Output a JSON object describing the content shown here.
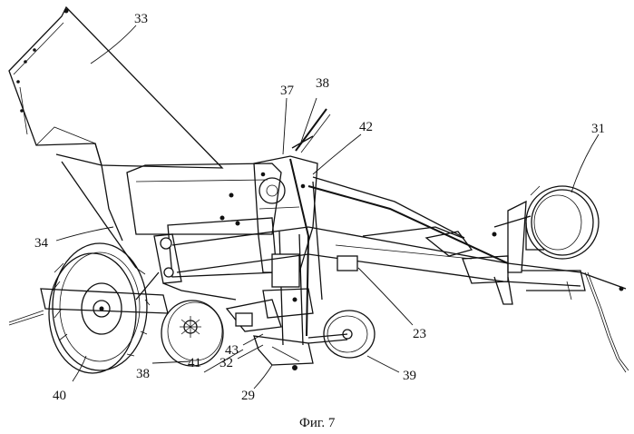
{
  "figure": {
    "caption": "Фиг. 7",
    "labels": {
      "l33": "33",
      "l37": "37",
      "l38_top": "38",
      "l42": "42",
      "l31": "31",
      "l34": "34",
      "l23": "23",
      "l39": "39",
      "l43": "43",
      "l32": "32",
      "l41": "41",
      "l38_bottom": "38",
      "l29": "29",
      "l40": "40"
    }
  }
}
